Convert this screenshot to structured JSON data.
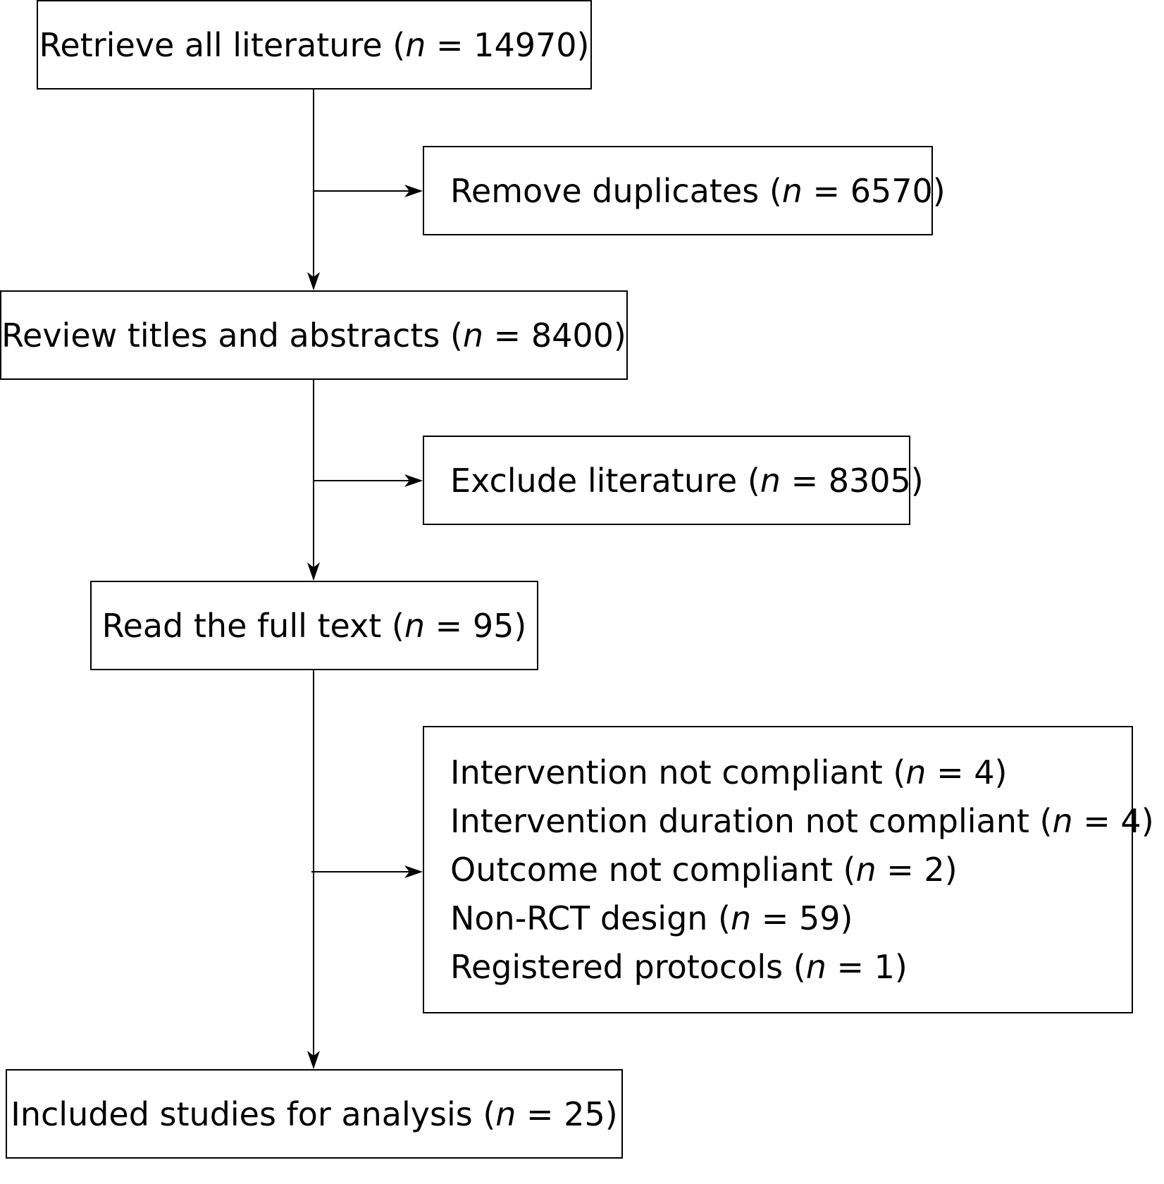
{
  "boxes": {
    "retrieve": {
      "prefix": "Retrieve all literature (",
      "var": "n",
      "suffix": " = 14970)"
    },
    "duplicates": {
      "prefix": "Remove duplicates (",
      "var": "n",
      "suffix": " = 6570)"
    },
    "review": {
      "prefix": "Review titles and abstracts (",
      "var": "n",
      "suffix": " = 8400)"
    },
    "exclude": {
      "prefix": "Exclude literature (",
      "var": "n",
      "suffix": " = 8305)"
    },
    "fulltext": {
      "prefix": "Read the full text (",
      "var": "n",
      "suffix": " = 95)"
    },
    "exclusions": [
      {
        "prefix": "Intervention not compliant (",
        "var": "n",
        "suffix": " = 4)"
      },
      {
        "prefix": "Intervention duration not compliant (",
        "var": "n",
        "suffix": " = 4)"
      },
      {
        "prefix": "Outcome not compliant (",
        "var": "n",
        "suffix": " = 2)"
      },
      {
        "prefix": "Non-RCT design (",
        "var": "n",
        "suffix": " = 59)"
      },
      {
        "prefix": "Registered protocols (",
        "var": "n",
        "suffix": " = 1)"
      }
    ],
    "included": {
      "prefix": "Included studies for analysis (",
      "var": "n",
      "suffix": " = 25)"
    }
  }
}
